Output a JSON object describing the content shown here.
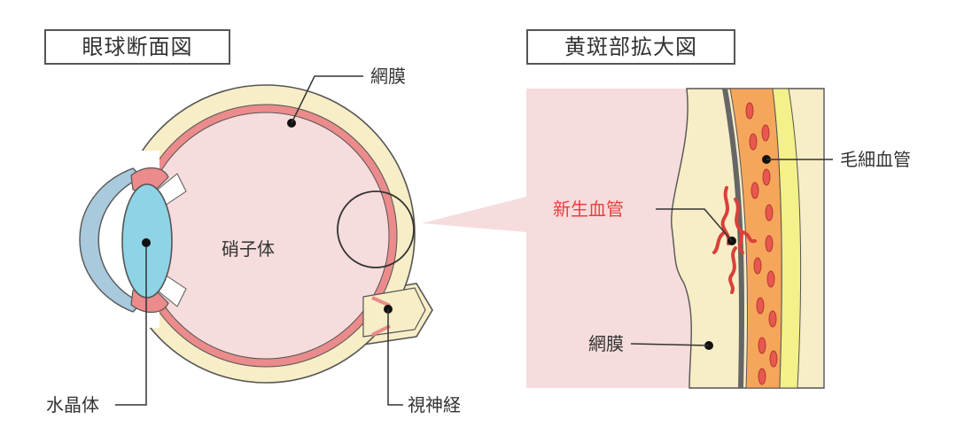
{
  "left_panel": {
    "title": "眼球断面図",
    "labels": {
      "retina": "網膜",
      "vitreous": "硝子体",
      "lens": "水晶体",
      "optic_nerve": "視神経"
    }
  },
  "right_panel": {
    "title": "黄斑部拡大図",
    "labels": {
      "capillaries": "毛細血管",
      "neovascularization": "新生血管",
      "retina": "網膜"
    }
  },
  "colors": {
    "vitreous": "#f6dcdc",
    "sclera": "#f7edc6",
    "retina_red": "#eb8b8b",
    "cornea": "#a9c9dc",
    "lens": "#8fd3e6",
    "choroid_orange": "#f6a65a",
    "vessel_red": "#e8584f",
    "yellow_layer": "#f4f08a",
    "accent_red": "#e8413c",
    "line": "#333333"
  }
}
